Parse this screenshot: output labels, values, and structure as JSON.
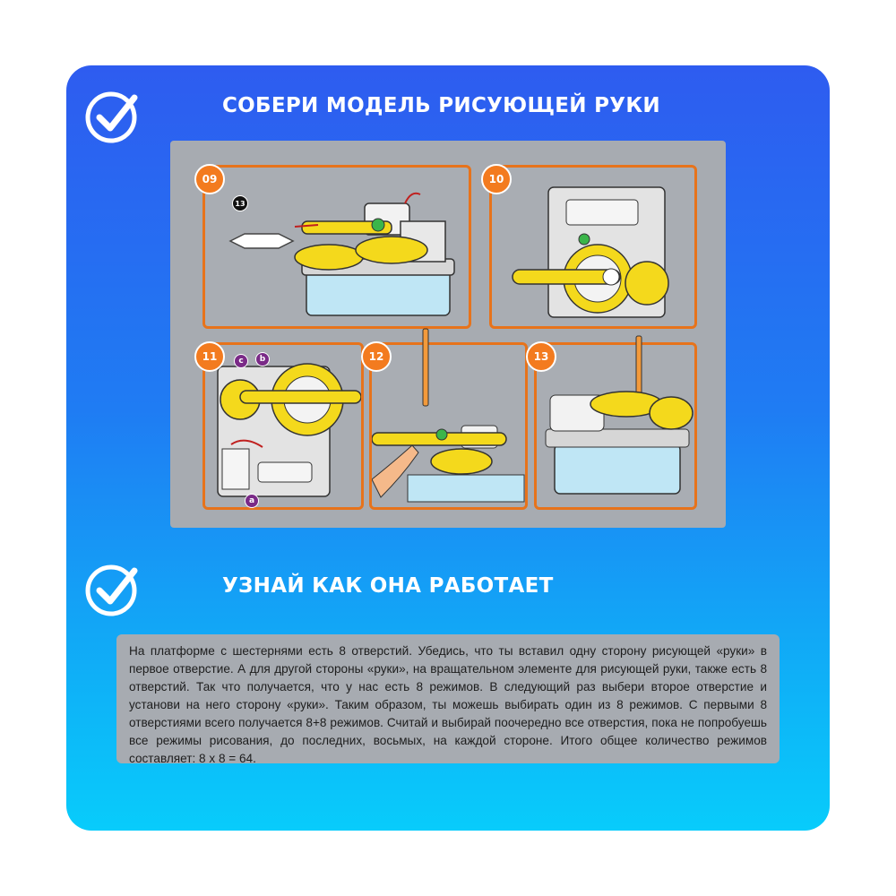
{
  "section1": {
    "title": "СОБЕРИ МОДЕЛЬ РИСУЮЩЕЙ РУКИ",
    "icon": "checkmark-circle-icon"
  },
  "section2": {
    "title": "УЗНАЙ КАК ОНА РАБОТАЕТ",
    "icon": "checkmark-circle-icon"
  },
  "steps": [
    {
      "number": "09",
      "part_label": "13"
    },
    {
      "number": "10"
    },
    {
      "number": "11",
      "callouts": [
        "c",
        "b",
        "a"
      ]
    },
    {
      "number": "12"
    },
    {
      "number": "13"
    }
  ],
  "description": "На платформе с шестернями есть 8 отверстий. Убедись, что ты вставил одну сторону рисующей «руки» в первое отверстие. А для другой стороны «руки», на вращательном элементе для рисующей руки, также есть 8 отверстий. Так что получается, что у нас есть 8 режимов. В следующий раз выбери второе отверстие и установи на него сторону «руки». Таким образом, ты можешь выбирать один из 8 режимов. С первыми 8 отверстиями всего получается 8+8 режимов. Считай и выбирай поочередно все отверстия, пока не попробуешь все режимы рисования, до последних, восьмых, на каждой стороне. Итого общее количество режимов составляет: 8 х 8 = 64.",
  "colors": {
    "card_top": "#2e5cf0",
    "card_bottom": "#08ccfb",
    "accent_orange": "#f37b1f",
    "panel_gray": "#a7abb1",
    "callout_purple": "#7a2a87"
  }
}
